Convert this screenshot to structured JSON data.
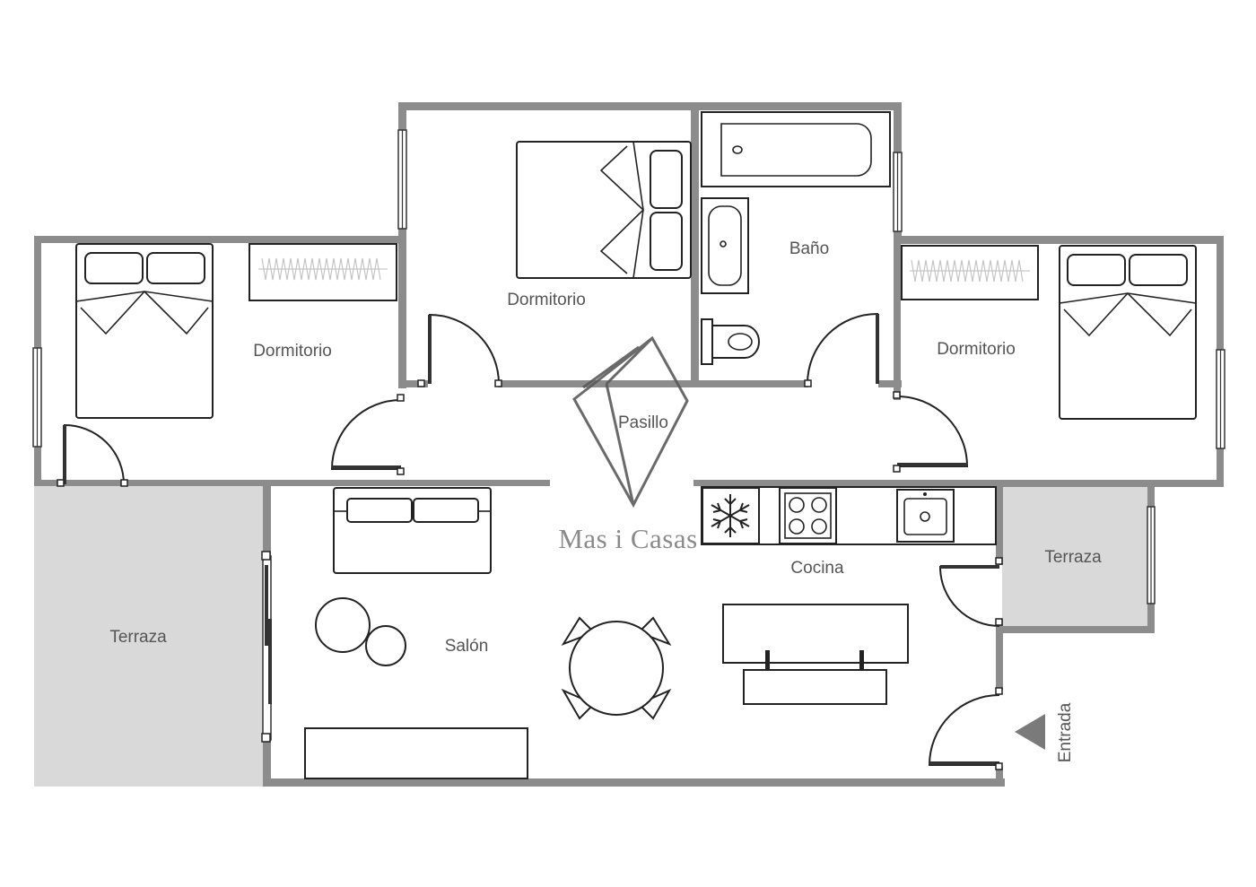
{
  "rooms": {
    "bedroom_left": "Dormitorio",
    "bedroom_center": "Dormitorio",
    "bedroom_right": "Dormitorio",
    "bathroom": "Baño",
    "hallway": "Pasillo",
    "living_room": "Salón",
    "kitchen": "Cocina",
    "terrace_left": "Terraza",
    "terrace_right": "Terraza"
  },
  "entrance": {
    "label": "Entrada"
  },
  "watermark": {
    "text": "Mas i Casas"
  },
  "colors": {
    "wall": "#8c8c8c",
    "terrace_fill": "#d9d9d9",
    "label": "#555555",
    "entrance_arrow": "#7a7a7a"
  },
  "icons": {
    "fridge": "snowflake-icon",
    "entrance": "triangle-arrow-icon",
    "logo": "house-logo-icon"
  }
}
